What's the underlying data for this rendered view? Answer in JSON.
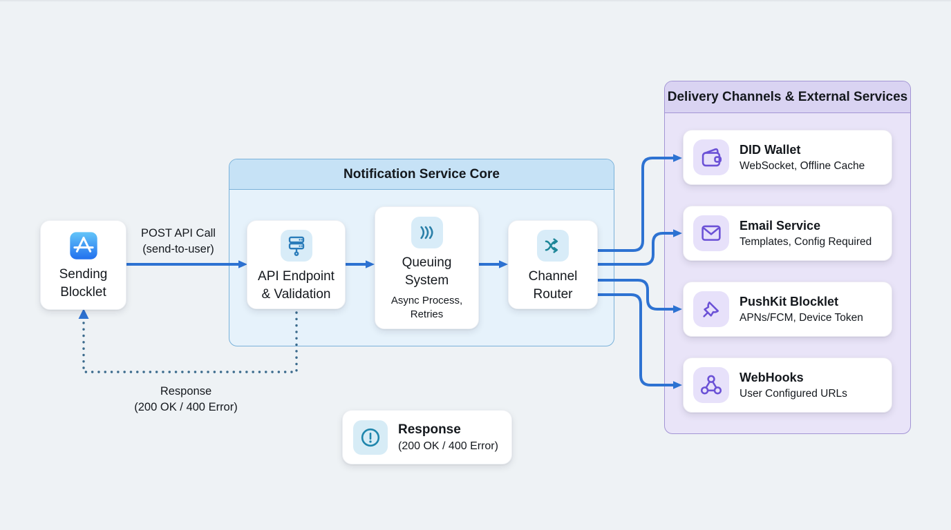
{
  "diagram": {
    "source": {
      "id": "sending-blocklet",
      "icon": "app-store-icon",
      "label_lines": [
        "Sending",
        "Blocklet"
      ]
    },
    "edges": {
      "post_api_call": {
        "label_lines": [
          "POST API Call",
          "(send-to-user)"
        ]
      },
      "response": {
        "label_lines": [
          "Response",
          "(200 OK / 400 Error)"
        ]
      }
    },
    "core": {
      "title": "Notification Service Core",
      "nodes": [
        {
          "id": "api-endpoint",
          "icon": "server-icon",
          "label_lines": [
            "API Endpoint",
            "& Validation"
          ]
        },
        {
          "id": "queuing-system",
          "icon": "queue-icon",
          "label_lines": [
            "Queuing",
            "System"
          ],
          "sub_lines": [
            "Async Process,",
            "Retries"
          ]
        },
        {
          "id": "channel-router",
          "icon": "shuffle-icon",
          "label_lines": [
            "Channel",
            "Router"
          ]
        }
      ]
    },
    "delivery": {
      "title": "Delivery Channels & External Services",
      "channels": [
        {
          "id": "did-wallet",
          "icon": "wallet-icon",
          "title": "DID Wallet",
          "subtitle": "WebSocket, Offline Cache"
        },
        {
          "id": "email-service",
          "icon": "mail-icon",
          "title": "Email Service",
          "subtitle": "Templates, Config Required"
        },
        {
          "id": "pushkit-blocklet",
          "icon": "pushpin-icon",
          "title": "PushKit Blocklet",
          "subtitle": "APNs/FCM, Device Token"
        },
        {
          "id": "webhooks",
          "icon": "webhook-icon",
          "title": "WebHooks",
          "subtitle": "User Configured URLs"
        }
      ]
    },
    "legend": {
      "icon": "alert-circle-icon",
      "title": "Response",
      "subtitle": "(200 OK / 400 Error)"
    },
    "palette": {
      "page_bg": "#eef2f5",
      "text": "#14181d",
      "arrow_blue": "#2d72d2",
      "dotted_response": "#3a6a8c",
      "core_header_bg": "#c6e2f6",
      "core_body_bg": "#e6f2fb",
      "core_border": "#79b1d9",
      "delivery_header_bg": "#d9d3f2",
      "delivery_body_bg": "#e9e4f8",
      "delivery_border": "#a294d4",
      "blue_icon_bg": "#d8ecf8",
      "purple_icon_bg": "#e7e1fa",
      "blue_icon_stroke": "#2a7cba",
      "teal_icon_stroke": "#1d8698",
      "purple_icon_stroke": "#6b51d6"
    }
  }
}
